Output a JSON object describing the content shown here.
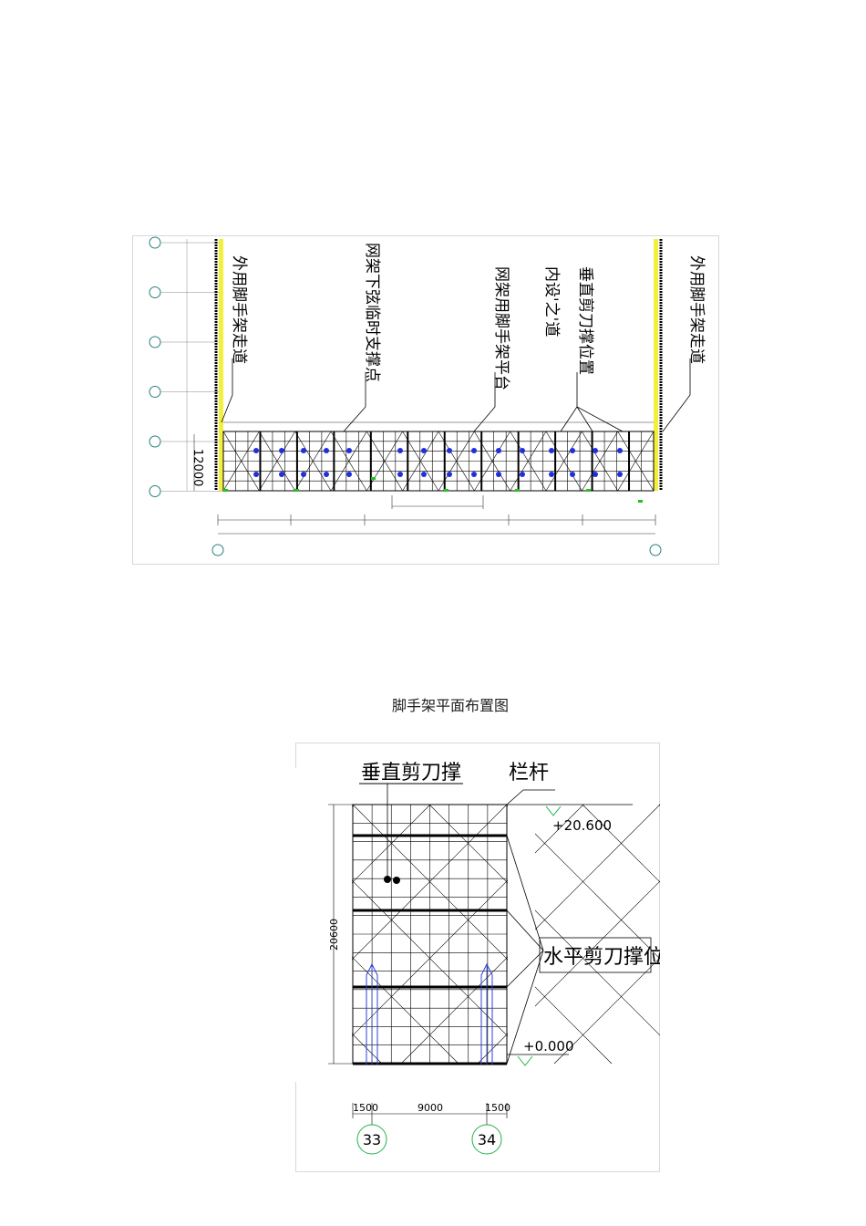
{
  "plan": {
    "callouts": [
      {
        "text": "外用脚手架走道"
      },
      {
        "text": "网架下弦临时支撑点"
      },
      {
        "text": "网架用脚手架平台"
      },
      {
        "text": "垂直剪刀撑位置"
      },
      {
        "text": "内设'之'道"
      },
      {
        "text": "外用脚手架走道"
      }
    ],
    "height_dim": "12000",
    "axis_marker_count": 6,
    "colors": {
      "grid": "#000000",
      "blue_dot": "#1f2fe0",
      "yellow": "#f4ef3a",
      "green": "#21c321",
      "frame": "#d8d8d8"
    }
  },
  "caption": "脚手架平面布置图",
  "elevation": {
    "label_vertical_brace": "垂直剪刀撑",
    "label_railing": "栏杆",
    "label_horizontal_brace": "水平剪刀撑位置",
    "top_elev": "+20.600",
    "bottom_elev": "+0.000",
    "height_dim": "20600",
    "dims": [
      "1500",
      "9000",
      "1500"
    ],
    "axes": [
      "33",
      "34"
    ],
    "colors": {
      "grid": "#000000",
      "blue": "#2b3fd6",
      "axis_circle": "#22b14c"
    }
  }
}
